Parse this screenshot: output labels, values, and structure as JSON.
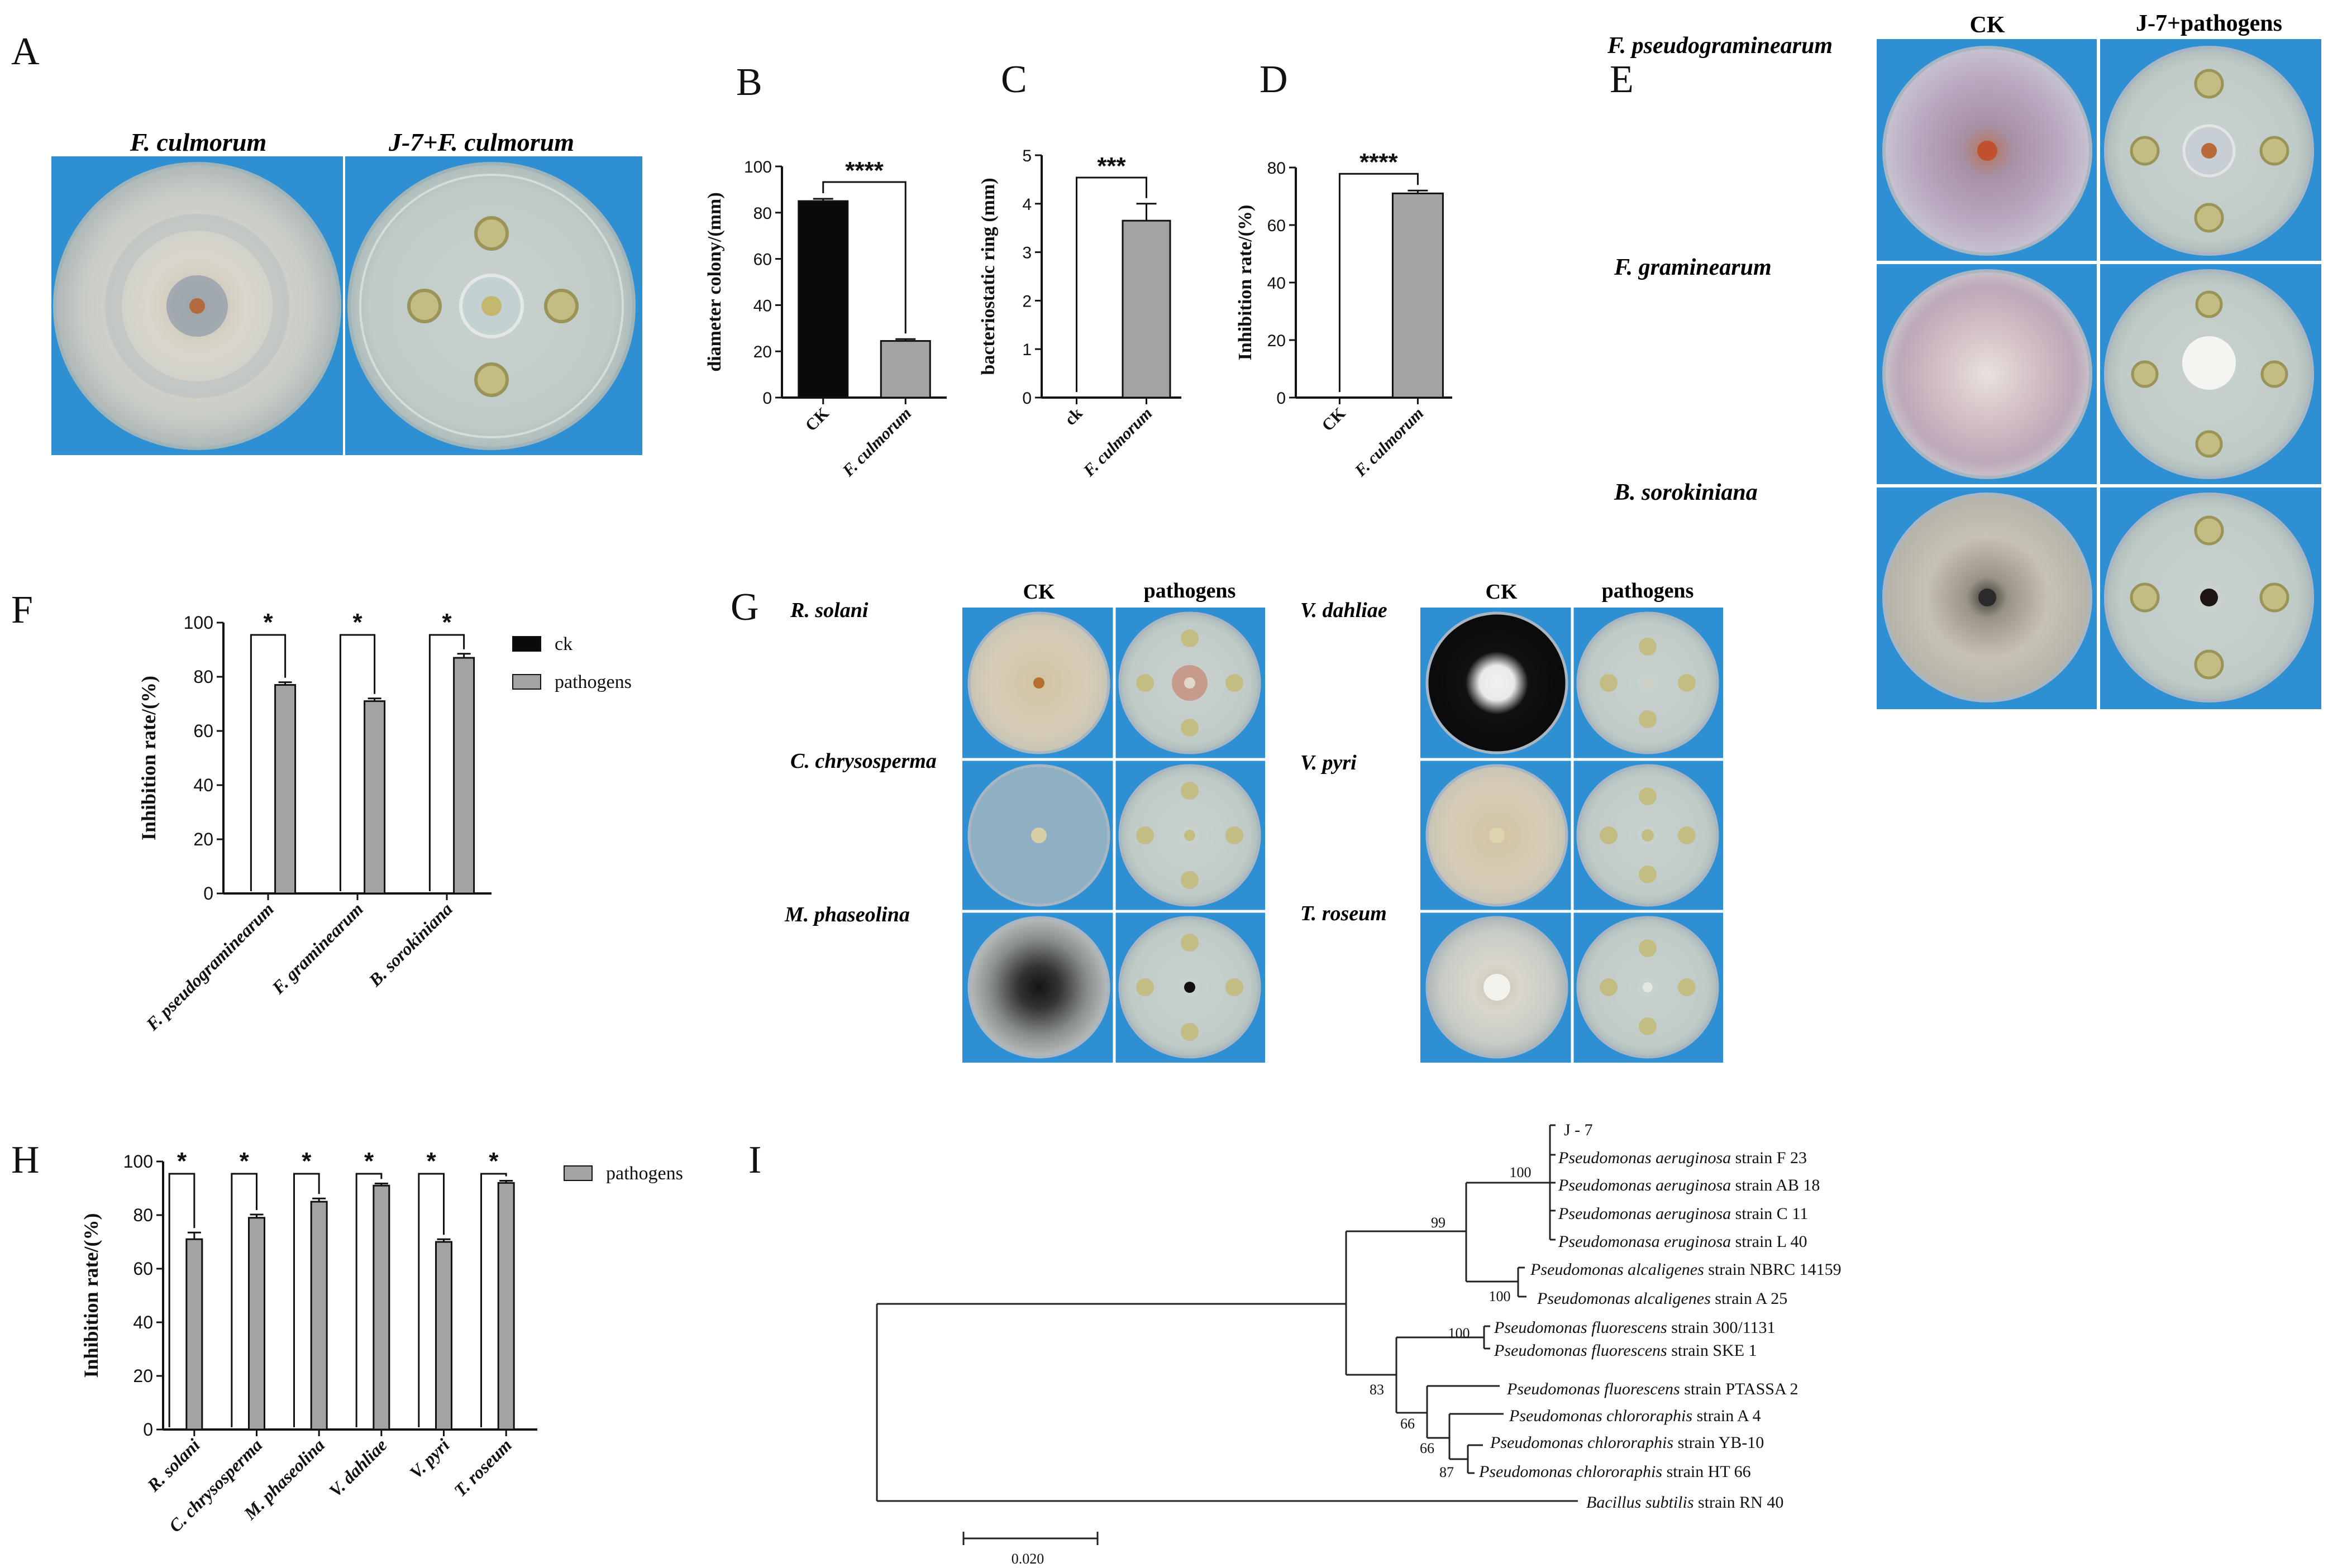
{
  "panel_letters": [
    "A",
    "B",
    "C",
    "D",
    "E",
    "F",
    "G",
    "H",
    "I"
  ],
  "panelA": {
    "labels": [
      "F. culmorum",
      "J-7+F. culmorum"
    ]
  },
  "panelE": {
    "columns": [
      "CK",
      "J-7+pathogens"
    ],
    "rows": [
      "F. pseudograminearum",
      "F. graminearum",
      "B. sorokiniana"
    ]
  },
  "panelG": {
    "columns": [
      "CK",
      "pathogens"
    ],
    "left_rows": [
      "R. solani",
      "C. chrysosperma",
      "M. phaseolina"
    ],
    "right_rows": [
      "V. dahliae",
      "V. pyri",
      "T. roseum"
    ]
  },
  "colors": {
    "bar_black": "#0a0a0a",
    "bar_gray": "#a3a3a3",
    "dish_blue": "#2f8fd3",
    "dish_blue_dark": "#1f78bf"
  },
  "chart_data": [
    {
      "panel": "B",
      "type": "bar",
      "categories": [
        "CK",
        "F. culmorum"
      ],
      "values": [
        85,
        24.5
      ],
      "errors": [
        1,
        0.8
      ],
      "bar_colors": [
        "#0a0a0a",
        "#a3a3a3"
      ],
      "ylabel": "diameter colony/(mm)",
      "ylim": [
        0,
        100
      ],
      "yticks": [
        0,
        20,
        40,
        60,
        80,
        100
      ],
      "significance": "****"
    },
    {
      "panel": "C",
      "type": "bar",
      "categories": [
        "ck",
        "F. culmorum"
      ],
      "values": [
        0,
        3.65
      ],
      "errors": [
        0,
        0.35
      ],
      "bar_colors": [
        "#0a0a0a",
        "#a3a3a3"
      ],
      "ylabel": "bacteriostatic ring (mm)",
      "ylim": [
        0,
        5
      ],
      "yticks": [
        0,
        1,
        2,
        3,
        4,
        5
      ],
      "significance": "***"
    },
    {
      "panel": "D",
      "type": "bar",
      "categories": [
        "CK",
        "F. culmorum"
      ],
      "values": [
        0,
        71
      ],
      "errors": [
        0,
        1
      ],
      "bar_colors": [
        "#0a0a0a",
        "#a3a3a3"
      ],
      "ylabel": "Inhibition rate/(%)",
      "ylim": [
        0,
        80
      ],
      "yticks": [
        0,
        20,
        40,
        60,
        80
      ],
      "significance": "****"
    },
    {
      "panel": "F",
      "type": "bar",
      "categories": [
        "F. pseudograminearum",
        "F. graminearum",
        "B. sorokiniana"
      ],
      "series": [
        {
          "name": "ck",
          "color": "#0a0a0a",
          "values": [
            0,
            0,
            0
          ],
          "errors": [
            0,
            0,
            0
          ]
        },
        {
          "name": "pathogens",
          "color": "#a3a3a3",
          "values": [
            77,
            71,
            87
          ],
          "errors": [
            1,
            1,
            1.5
          ]
        }
      ],
      "ylabel": "Inhibition rate/(%)",
      "ylim": [
        0,
        100
      ],
      "yticks": [
        0,
        20,
        40,
        60,
        80,
        100
      ],
      "significance": [
        "*",
        "*",
        "*"
      ]
    },
    {
      "panel": "H",
      "type": "bar",
      "categories": [
        "R. solani",
        "C. chrysosperma",
        "M. phaseolina",
        "V. dahliae",
        "V. pyri",
        "T. roseum"
      ],
      "series": [
        {
          "name": "pathogens",
          "color": "#a3a3a3",
          "values": [
            71,
            79,
            85,
            91,
            70,
            92
          ],
          "errors": [
            2.5,
            1.2,
            1.2,
            0.8,
            1,
            0.8
          ]
        }
      ],
      "ylabel": "Inhibition rate/(%)",
      "ylim": [
        0,
        100
      ],
      "yticks": [
        0,
        20,
        40,
        60,
        80,
        100
      ],
      "significance": [
        "*",
        "*",
        "*",
        "*",
        "*",
        "*"
      ]
    }
  ],
  "tree": {
    "leaves": [
      {
        "name": "J - 7",
        "strain": ""
      },
      {
        "name": "Pseudomonas aeruginosa",
        "strain": " strain F 23"
      },
      {
        "name": "Pseudomonas aeruginosa",
        "strain": " strain AB 18"
      },
      {
        "name": "Pseudomonas aeruginosa",
        "strain": " strain C 11"
      },
      {
        "name": "Pseudomonasa eruginosa",
        "strain": " strain L 40"
      },
      {
        "name": "Pseudomonas alcaligenes",
        "strain": " strain NBRC 14159"
      },
      {
        "name": "Pseudomonas alcaligenes",
        "strain": " strain A 25"
      },
      {
        "name": "Pseudomonas fluorescens",
        "strain": " strain 300/1131"
      },
      {
        "name": "Pseudomonas fluorescens",
        "strain": " strain SKE 1"
      },
      {
        "name": "Pseudomonas fluorescens",
        "strain": " strain PTASSA 2"
      },
      {
        "name": "Pseudomonas chlororaphis",
        "strain": " strain A 4"
      },
      {
        "name": "Pseudomonas chlororaphis",
        "strain": "  strain YB-10"
      },
      {
        "name": "Pseudomonas chlororaphis",
        "strain": " strain HT 66"
      },
      {
        "name": "Bacillus subtilis",
        "strain": " strain RN 40"
      }
    ],
    "bootstrap": [
      "100",
      "99",
      "100",
      "100",
      "83",
      "66",
      "66",
      "87"
    ],
    "scale_label": "0.020"
  }
}
